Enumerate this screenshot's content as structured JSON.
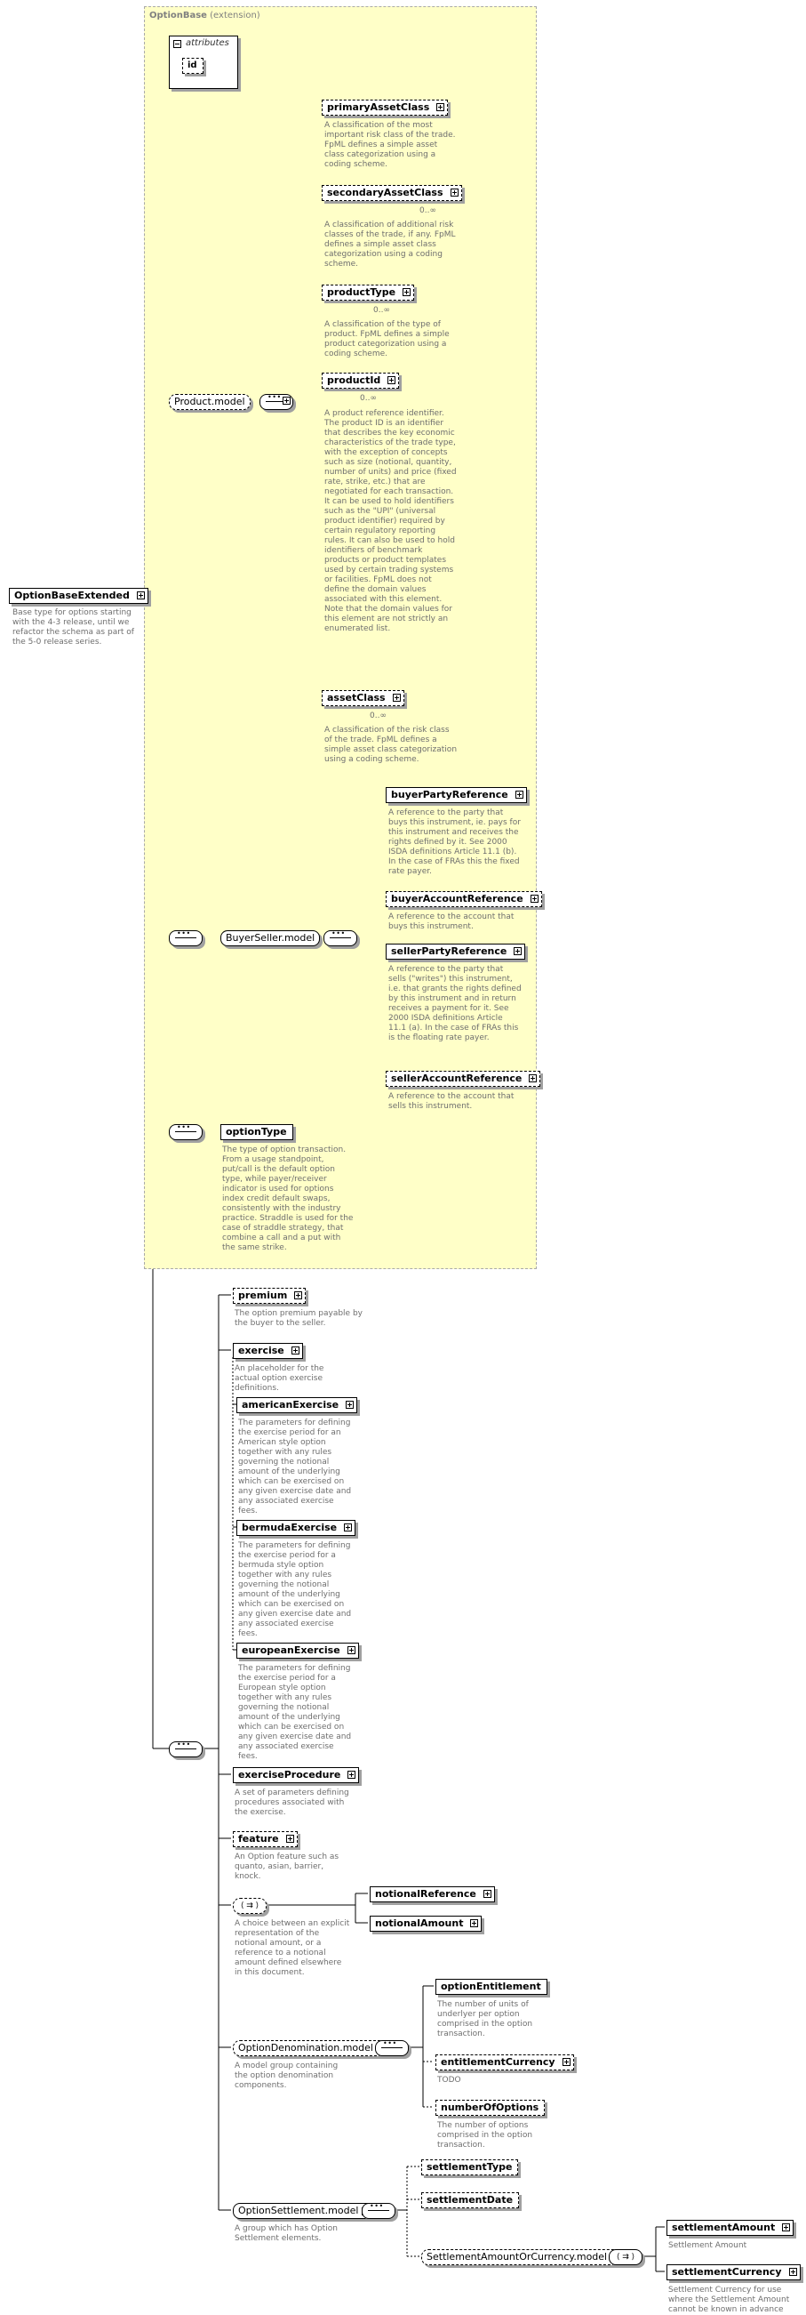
{
  "root": {
    "name": "OptionBaseExtended",
    "desc": "Base type for options starting with the 4-3 release, until we refactor the schema as part of the 5-0 release series."
  },
  "extension": {
    "base": "OptionBase",
    "suffix": "(extension)"
  },
  "attributes": {
    "label": "attributes",
    "items": [
      "id"
    ]
  },
  "product_model": {
    "name": "Product.model",
    "elements": [
      {
        "name": "primaryAssetClass",
        "card": "",
        "desc": "A classification of the most important risk class of the trade. FpML defines a simple asset class categorization using a coding scheme."
      },
      {
        "name": "secondaryAssetClass",
        "card": "0..∞",
        "desc": "A classification of additional risk classes of the trade, if any. FpML defines a simple asset class categorization using a coding scheme."
      },
      {
        "name": "productType",
        "card": "0..∞",
        "desc": "A classification of the type of product. FpML defines a simple product categorization using a coding scheme."
      },
      {
        "name": "productId",
        "card": "0..∞",
        "desc": "A product reference identifier. The product ID is an identifier that describes the key economic characteristics of the trade type, with the exception of concepts such as size (notional, quantity, number of units) and price (fixed rate, strike, etc.) that are negotiated for each transaction. It can be used to hold identifiers such as the \"UPI\" (universal product identifier) required by certain regulatory reporting rules. It can also be used to hold identifiers of benchmark products or product templates used by certain trading systems or facilities. FpML does not define the domain values associated with this element. Note that the domain values for this element are not strictly an enumerated list."
      },
      {
        "name": "assetClass",
        "card": "0..∞",
        "desc": "A classification of the risk class of the trade. FpML defines a simple asset class categorization using a coding scheme."
      }
    ]
  },
  "buyerseller_model": {
    "name": "BuyerSeller.model",
    "elements": [
      {
        "name": "buyerPartyReference",
        "desc": "A reference to the party that buys this instrument, ie. pays for this instrument and receives the rights defined by it. See 2000 ISDA definitions Article 11.1 (b). In the case of FRAs this the fixed rate payer."
      },
      {
        "name": "buyerAccountReference",
        "desc": "A reference to the account that buys this instrument."
      },
      {
        "name": "sellerPartyReference",
        "desc": "A reference to the party that sells (\"writes\") this instrument, i.e. that grants the rights defined by this instrument and in return receives a payment for it. See 2000 ISDA definitions Article 11.1 (a). In the case of FRAs this is the floating rate payer."
      },
      {
        "name": "sellerAccountReference",
        "desc": "A reference to the account that sells this instrument."
      }
    ]
  },
  "optionType": {
    "name": "optionType",
    "desc": "The type of option transaction. From a usage standpoint, put/call is the default option type, while payer/receiver indicator is used for options index credit default swaps, consistently with the industry practice. Straddle is used for the case of straddle strategy, that combine a call and a put with the same strike."
  },
  "premium": {
    "name": "premium",
    "desc": "The option premium payable by the buyer to the seller."
  },
  "exercise": {
    "name": "exercise",
    "desc": "An placeholder for the actual option exercise definitions."
  },
  "americanExercise": {
    "name": "americanExercise",
    "desc": "The parameters for defining the exercise period for an American style option together with any rules governing the notional amount of the underlying which can be exercised on any given exercise date and any associated exercise fees."
  },
  "bermudaExercise": {
    "name": "bermudaExercise",
    "desc": "The parameters for defining the exercise period for a bermuda style option together with any rules governing the notional amount of the underlying which can be exercised on any given exercise date and any associated exercise fees."
  },
  "europeanExercise": {
    "name": "europeanExercise",
    "desc": "The parameters for defining the exercise period for a European style option together with any rules governing the notional amount of the underlying which can be exercised on any given exercise date and any associated exercise fees."
  },
  "exerciseProcedure": {
    "name": "exerciseProcedure",
    "desc": "A set of parameters defining procedures associated with the exercise."
  },
  "feature": {
    "name": "feature",
    "desc": "An Option feature such as quanto, asian, barrier, knock."
  },
  "notional_choice": {
    "desc": "A choice between an explicit representation of the notional amount, or a reference to a notional amount defined elsewhere in this document.",
    "elements": [
      "notionalReference",
      "notionalAmount"
    ]
  },
  "denomination_model": {
    "name": "OptionDenomination.model",
    "desc": "A model group containing the option denomination components.",
    "elements": [
      {
        "name": "optionEntitlement",
        "desc": "The number of units of underlyer per option comprised in the option transaction."
      },
      {
        "name": "entitlementCurrency",
        "desc": "TODO"
      },
      {
        "name": "numberOfOptions",
        "desc": "The number of options comprised in the option transaction."
      }
    ]
  },
  "settlement_model": {
    "name": "OptionSettlement.model",
    "desc": "A group which has Option Settlement elements.",
    "elements": [
      "settlementType",
      "settlementDate"
    ],
    "sub_model": "SettlementAmountOrCurrency.model",
    "choice_elements": [
      {
        "name": "settlementAmount",
        "desc": "Settlement Amount"
      },
      {
        "name": "settlementCurrency",
        "desc": "Settlement Currency for use where the Settlement Amount cannot be known in advance"
      }
    ]
  }
}
